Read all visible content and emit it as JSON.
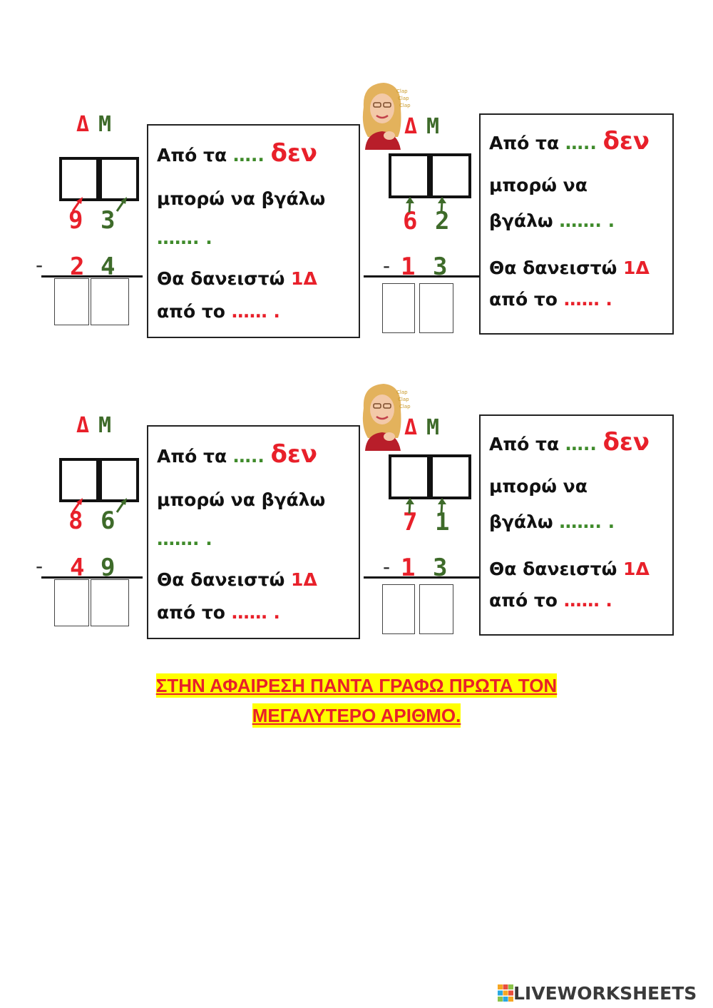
{
  "headers": {
    "tens": "Δ",
    "ones": "M"
  },
  "exercises": [
    {
      "top_tens": "9",
      "top_ones": "3",
      "minus": "-",
      "bot_tens": "2",
      "bot_ones": "4"
    },
    {
      "top_tens": "6",
      "top_ones": "2",
      "minus": "-",
      "bot_tens": "1",
      "bot_ones": "3"
    },
    {
      "top_tens": "8",
      "top_ones": "6",
      "minus": "-",
      "bot_tens": "4",
      "bot_ones": "9"
    },
    {
      "top_tens": "7",
      "top_ones": "1",
      "minus": "-",
      "bot_tens": "1",
      "bot_ones": "3"
    }
  ],
  "explain": {
    "apo_ta": "Από τα",
    "dots_short": "…..",
    "den": "δεν",
    "mporo_na_vgalo": "μπορώ να βγάλω",
    "mporo_na": "μπορώ να",
    "vgalo": "βγάλω",
    "dots_long": "……. .",
    "tha_daneisto": "Θα δανειστώ",
    "one_d": "1Δ",
    "apo_to": "από το",
    "dots_end": "…… ."
  },
  "note": {
    "line1": "ΣΤΗΝ ΑΦΑΙΡΕΣΗ ΠΑΝΤΑ ΓΡΑΦΩ ΠΡΩΤΑ ΤΟΝ",
    "line2": "ΜΕΓΑΛΥΤΕΡΟ ΑΡΙΘΜΟ."
  },
  "avatar_caption": "Clap Clap Clap",
  "brand": "LIVEWORKSHEETS",
  "colors": {
    "tens": "#e8202a",
    "ones": "#3e6b2a",
    "highlight": "#ffff00"
  }
}
